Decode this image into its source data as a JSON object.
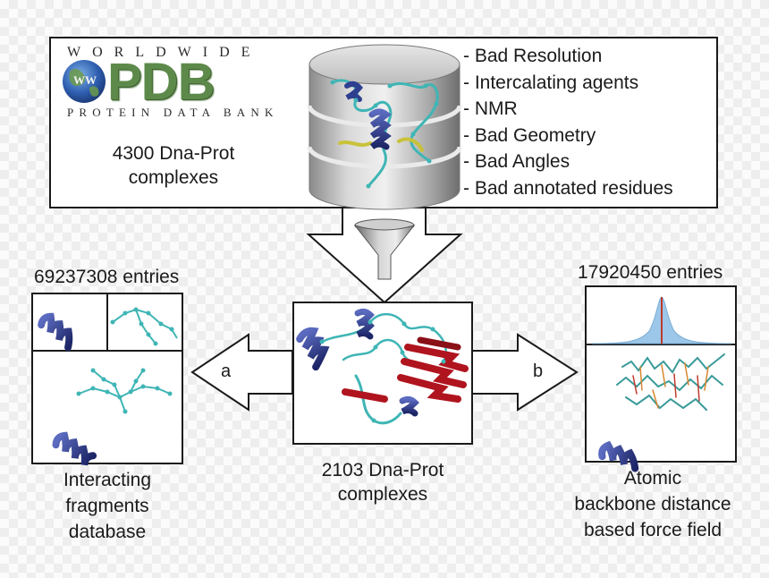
{
  "pdb_logo": {
    "line1": "WORLDWIDE",
    "abbr": "PDB",
    "line2": "PROTEIN DATA BANK",
    "globe_text": "WW"
  },
  "source": {
    "count_line1": "4300 Dna-Prot",
    "count_line2": "complexes"
  },
  "filter_criteria": [
    "- Bad Resolution",
    "- Intercalating agents",
    "- NMR",
    "- Bad Geometry",
    "- Bad Angles",
    "- Bad annotated residues"
  ],
  "center": {
    "line1": "2103 Dna-Prot",
    "line2": "complexes"
  },
  "left_branch": {
    "arrow_label": "a",
    "entries": "69237308 entries",
    "caption_line1": "Interacting",
    "caption_line2": "fragments",
    "caption_line3": "database"
  },
  "right_branch": {
    "arrow_label": "b",
    "entries": "17920450 entries",
    "caption_line1": "Atomic",
    "caption_line2": "backbone distance",
    "caption_line3": "based force field"
  },
  "colors": {
    "helix": "#2f3f8f",
    "strand": "#b0141e",
    "coil": "#3fb5b5",
    "pdb_green": "#5d8a4a",
    "gaussian_fill": "#9cc7e8",
    "gaussian_line": "#c0392b"
  }
}
